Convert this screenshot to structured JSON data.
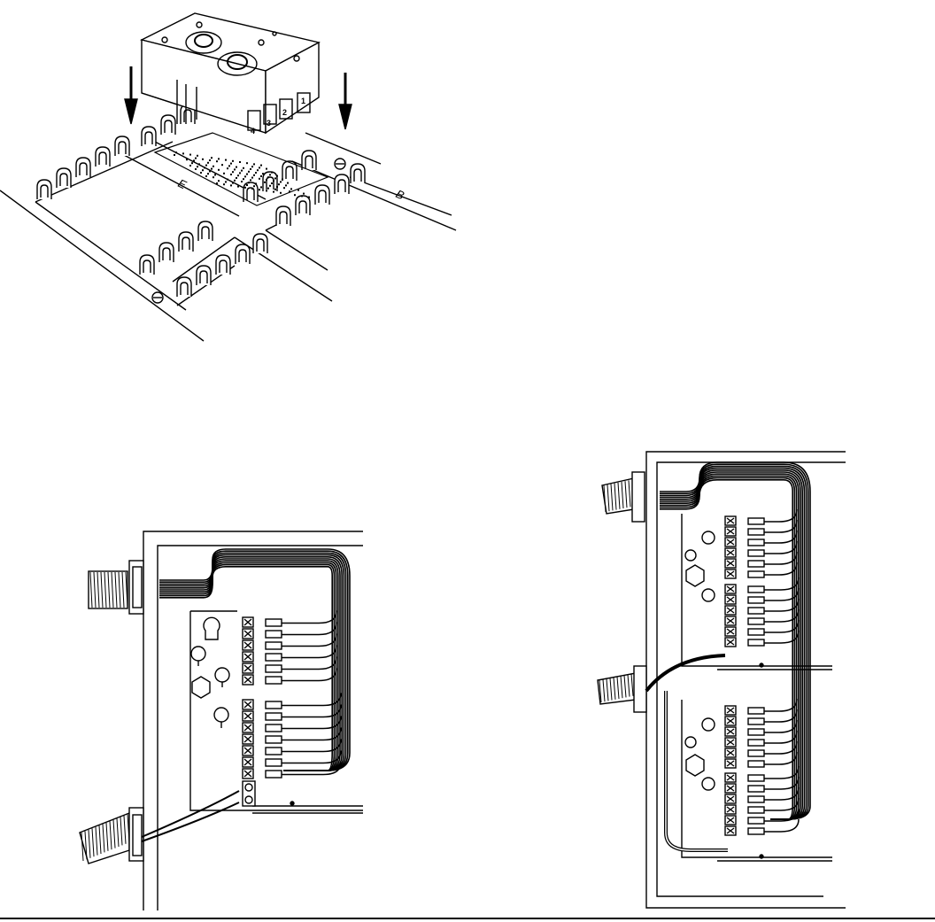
{
  "figure_top": {
    "module_port_labels": [
      "4",
      "3",
      "2",
      "1"
    ],
    "rail_labels": [
      "E",
      "B"
    ]
  },
  "figure_bottom_left": {
    "terminal_groups": [
      6,
      7
    ],
    "wires_per_group": 6
  },
  "figure_bottom_right": {
    "boards": 2,
    "terminal_groups": [
      6,
      7
    ],
    "wires_per_group": 6
  },
  "colors": {
    "ink": "#000000",
    "paper": "#ffffff"
  }
}
